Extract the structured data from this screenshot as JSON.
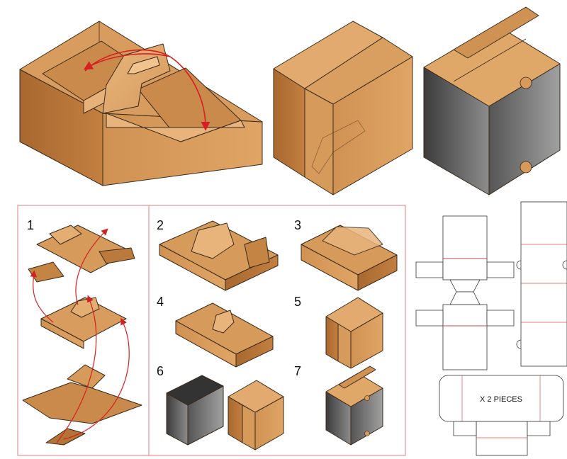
{
  "steps": {
    "s1": "1",
    "s2": "2",
    "s3": "3",
    "s4": "4",
    "s5": "5",
    "s6": "6",
    "s7": "7"
  },
  "dieline": {
    "pieces_label": "X 2 PIECES"
  },
  "colors": {
    "cardboard_top": "#e2ad72",
    "cardboard_front": "#c98a4c",
    "cardboard_side": "#b27437",
    "sleeve_dark": "#4a4a4a",
    "sleeve_light": "#8a8a8a",
    "arrow": "#d42020",
    "frame": "#e08080"
  }
}
